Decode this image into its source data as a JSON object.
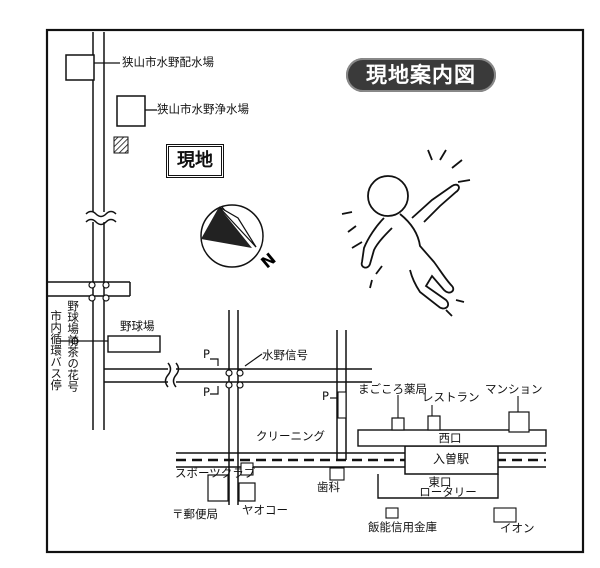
{
  "map": {
    "title": "現地案内図",
    "site_label": "現地",
    "north_label": "N",
    "facilities": {
      "water_distribution": "狭山市水野配水場",
      "water_purification": "狭山市水野浄水場",
      "baseball_field": "野球場",
      "mizuno_signal": "水野信号",
      "magokoro_pharmacy": "まごころ薬局",
      "restaurant": "レストラン",
      "mansion": "マンション",
      "cleaning": "クリーニング",
      "sports_club": "スポーツクラブ",
      "dental": "歯科",
      "post_office": "〒郵便局",
      "yaoko": "ヤオコー",
      "hanno_shinkin": "飯能信用金庫",
      "aeon": "イオン"
    },
    "bus_stop": {
      "line1": "野球場前茶の花号",
      "line2": "市内循環バス停"
    },
    "station": {
      "name": "入曽駅",
      "west_exit": "西口",
      "east_exit": "東口",
      "rotary": "ロータリー"
    },
    "parking": "P"
  },
  "colors": {
    "line": "#111111",
    "badge_bg": "#3a3a3a",
    "badge_text": "#ffffff"
  }
}
